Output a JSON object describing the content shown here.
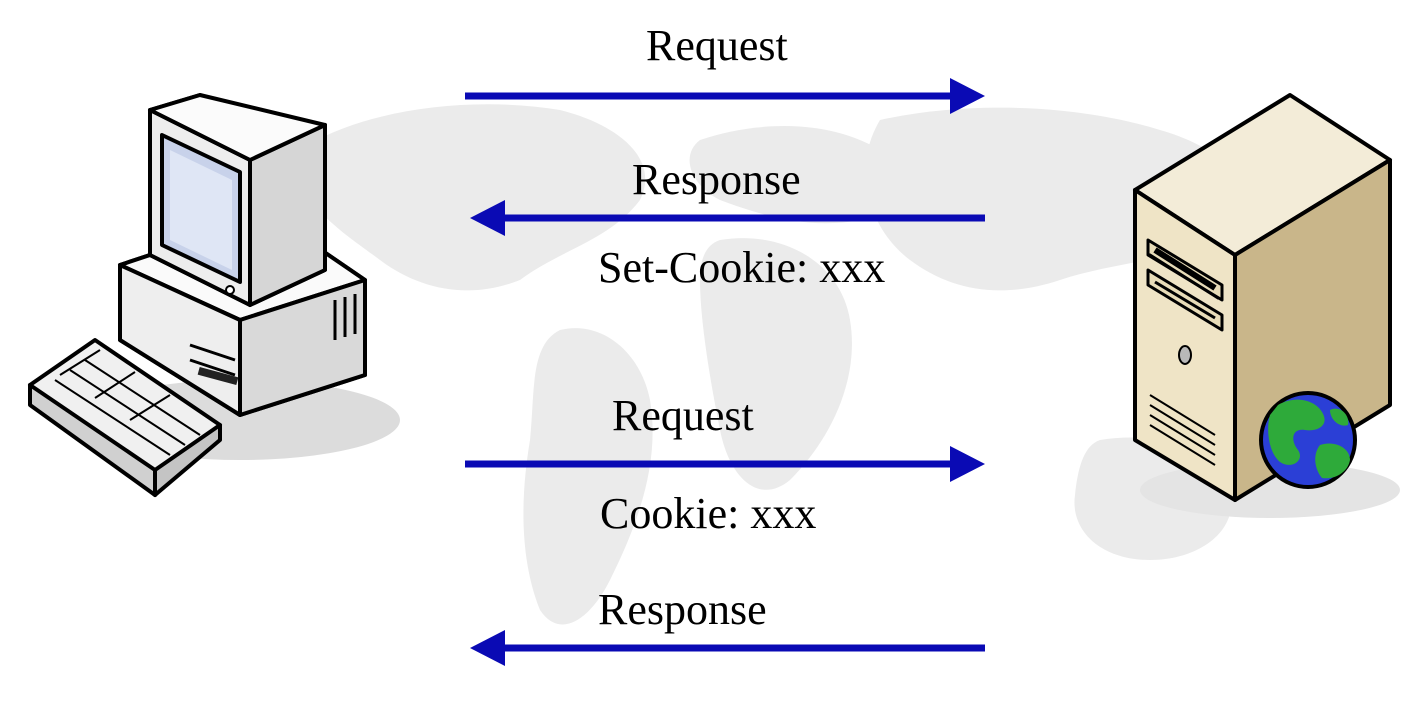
{
  "diagram": {
    "client": {
      "icon": "desktop-computer-icon"
    },
    "server": {
      "icon": "server-tower-globe-icon"
    },
    "arrow_color": "#0a0ab4",
    "background_map_color": "#e8e8e8",
    "messages": [
      {
        "label": "Request",
        "direction": "client-to-server",
        "header": ""
      },
      {
        "label": "Response",
        "direction": "server-to-client",
        "header": "Set-Cookie: xxx"
      },
      {
        "label": "Request",
        "direction": "client-to-server",
        "header": "Cookie: xxx"
      },
      {
        "label": "Response",
        "direction": "server-to-client",
        "header": ""
      }
    ]
  }
}
